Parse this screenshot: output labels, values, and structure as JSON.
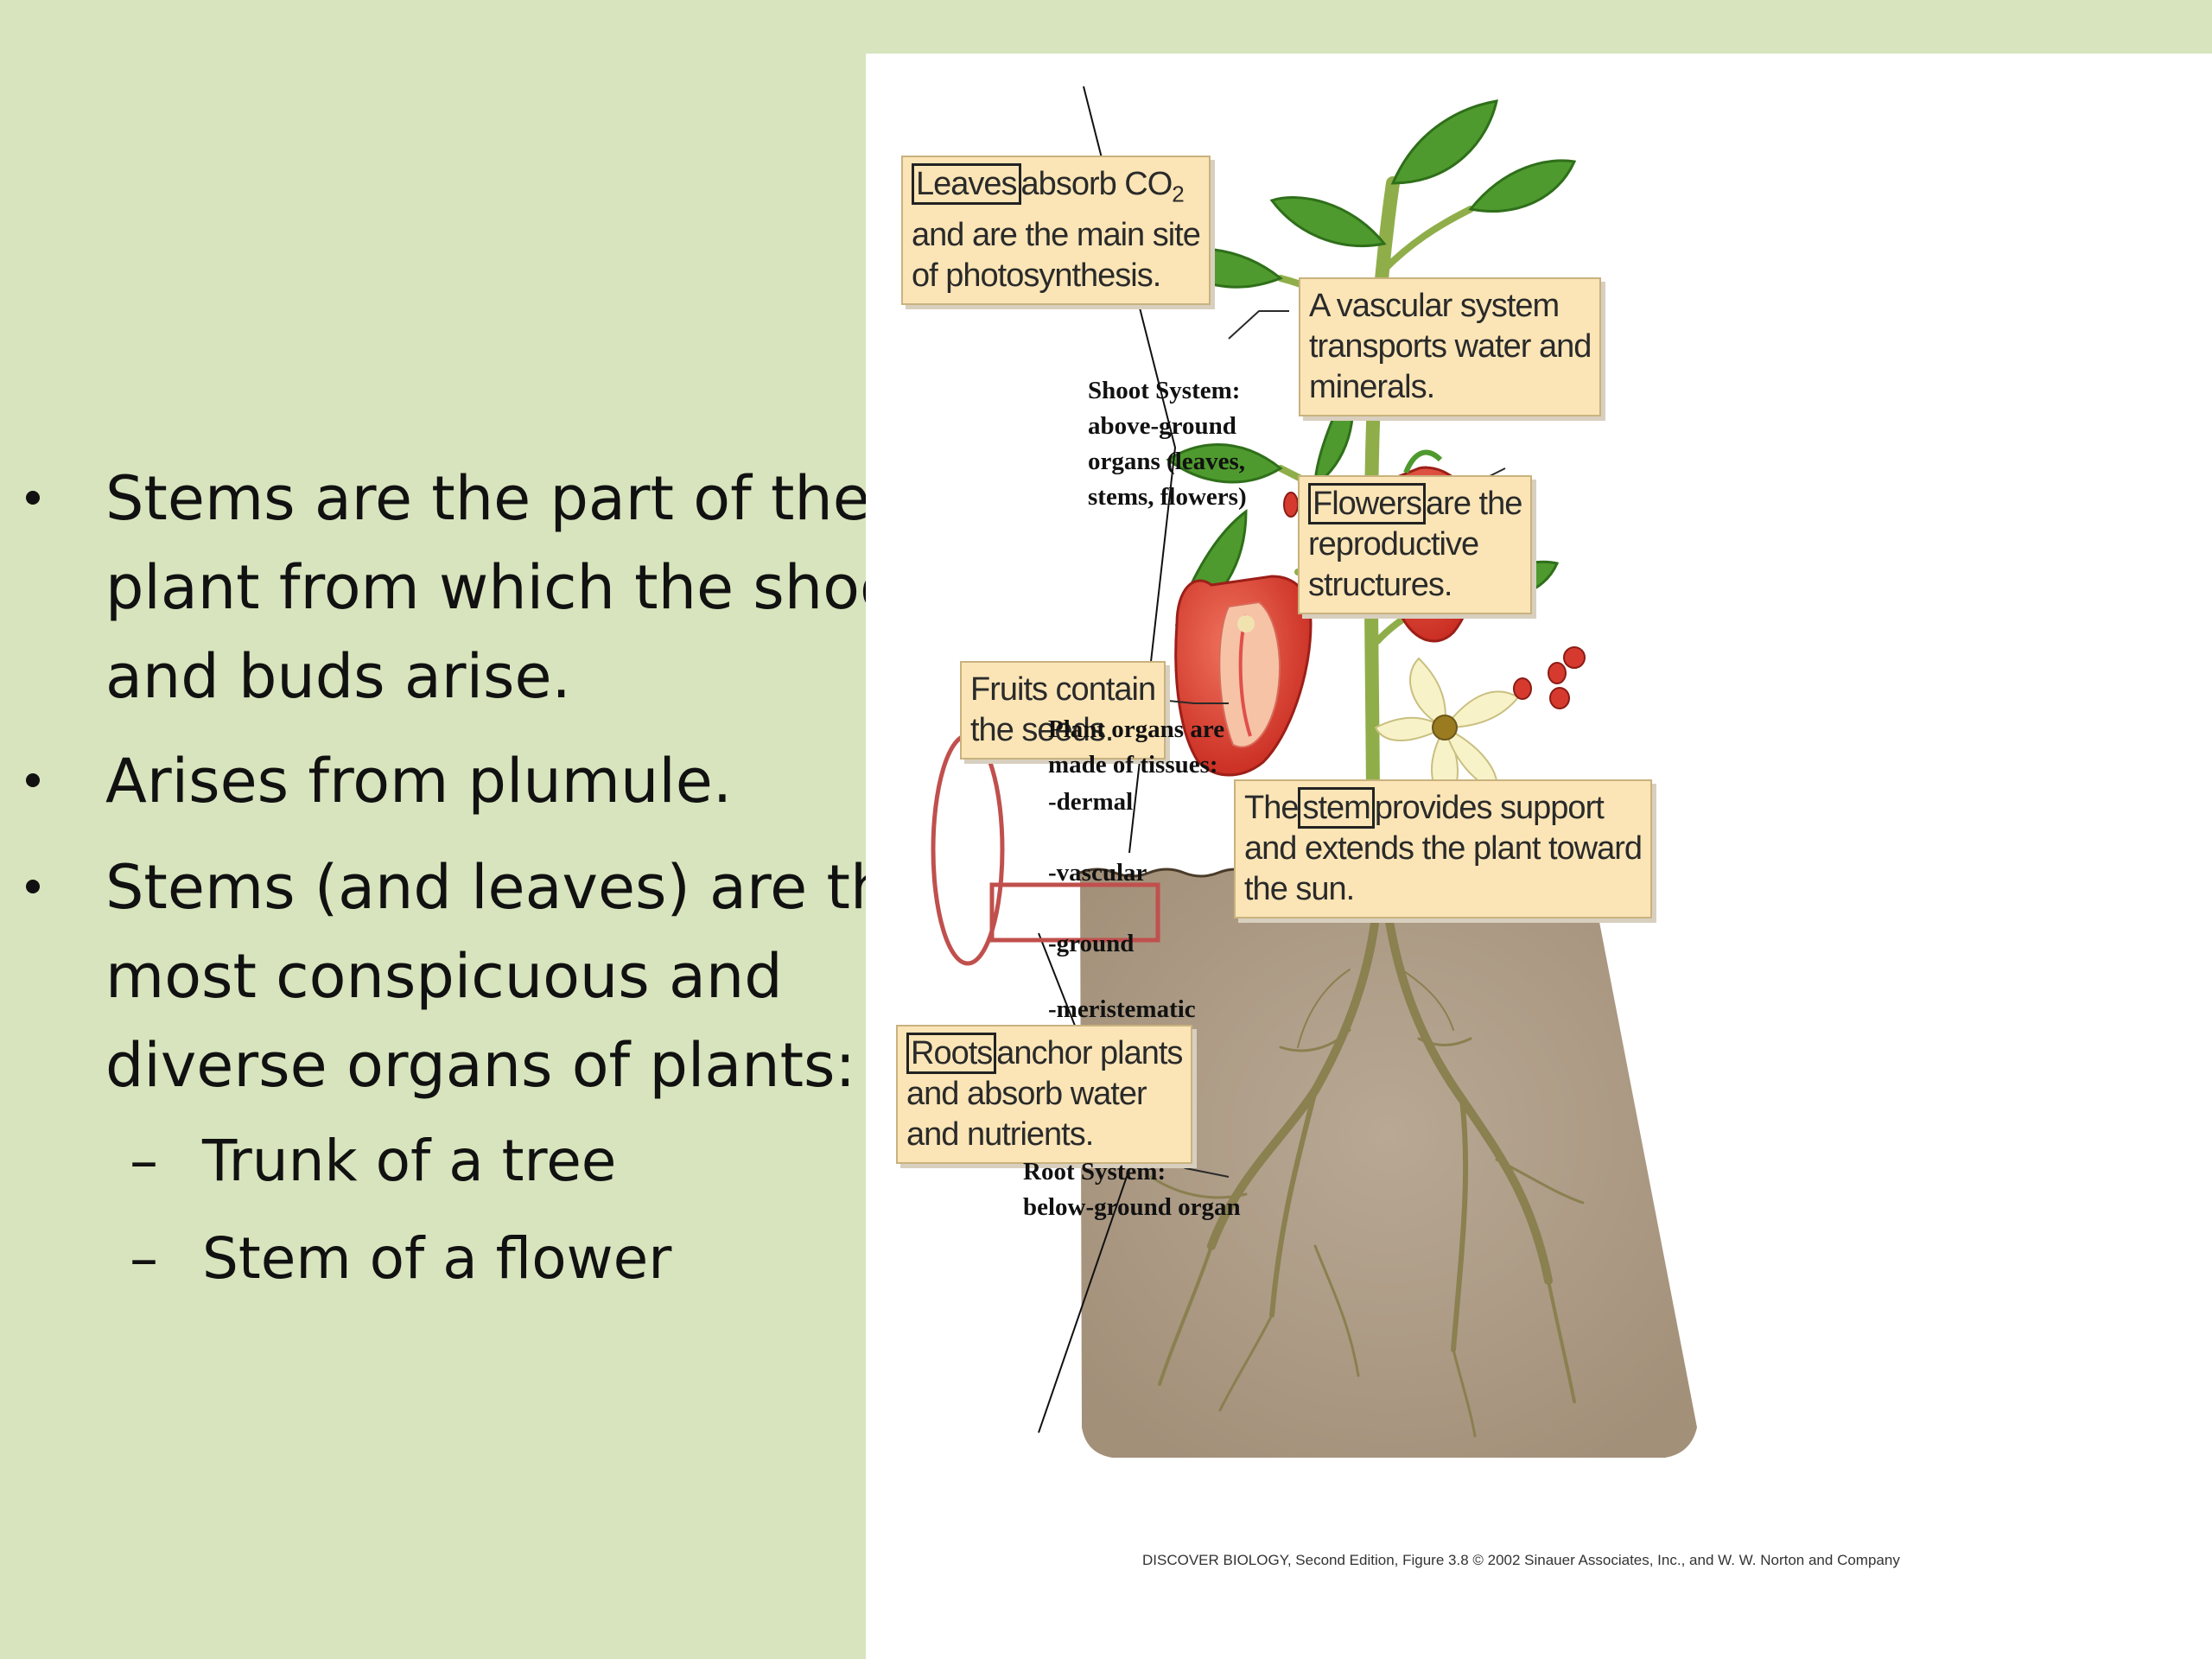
{
  "bullets": [
    "Stems are the part of the",
    "plant from which the shoots",
    "and buds arise.",
    "Arises from plumule.",
    "Stems (and leaves) are the",
    "most conspicuous and",
    "diverse organs of plants:"
  ],
  "sub_bullets": [
    "Trunk of a tree",
    "Stem of a flower"
  ],
  "callouts": {
    "leaves": {
      "key": "Leaves",
      "l1": "absorb CO",
      "sub": "2",
      "l2": "and are the main site",
      "l3": "of photosynthesis."
    },
    "vascular": {
      "l1": "A vascular system",
      "l2": "transports water and",
      "l3": "minerals."
    },
    "flowers": {
      "key": "Flowers",
      "l1": "are the",
      "l2": "reproductive",
      "l3": "structures."
    },
    "fruits": {
      "l1": "Fruits contain",
      "l2": "the seeds."
    },
    "stem": {
      "pre": "The",
      "key": "stem",
      "l1": "provides support",
      "l2": "and extends the plant toward",
      "l3": "the sun."
    },
    "roots": {
      "key": "Roots",
      "l1": "anchor plants",
      "l2": "and absorb water",
      "l3": "and nutrients."
    }
  },
  "shoot_system": [
    "Shoot System:",
    "above-ground",
    "organs (leaves,",
    "stems, flowers)"
  ],
  "tissues": {
    "heading": [
      "Plant organs are",
      "made of tissues:"
    ],
    "items": [
      "-dermal",
      "-vascular",
      "-ground",
      "-meristematic"
    ]
  },
  "root_system": [
    "Root System:",
    "below-ground organ"
  ],
  "caption": "DISCOVER BIOLOGY, Second Edition, Figure 3.8  © 2002 Sinauer Associates, Inc., and W. W. Norton and Company",
  "colors": {
    "slide_bg": "#d7e4bd",
    "callout_bg": "#fbe5b6",
    "highlight": "#c0504d"
  }
}
